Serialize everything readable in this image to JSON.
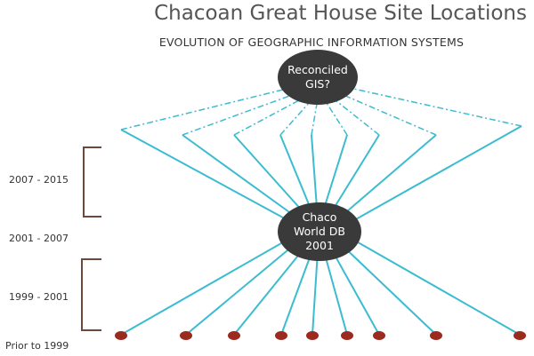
{
  "title": "Chacoan Great House Site Locations",
  "subtitle": "EVOLUTION OF GEOGRAPHIC INFORMATION SYSTEMS",
  "periods": {
    "p2007_2015": "2007 - 2015",
    "p2001_2007": "2001 - 2007",
    "p1999_2001": "1999 - 2001",
    "prior_1999": "Prior to 1999"
  },
  "nodes": {
    "reconciled": {
      "line1": "Reconciled",
      "line2": "GIS?"
    },
    "chaco": {
      "line1": "Chaco",
      "line2": "World DB",
      "line3": "2001"
    }
  },
  "colors": {
    "line": "#3bbcd0",
    "node": "#3a3a3a",
    "source_dot": "#9b2a1f",
    "bracket": "#6b4a3a"
  },
  "source_count_prior_1999": 9,
  "branch_count_2007_2015": 9
}
